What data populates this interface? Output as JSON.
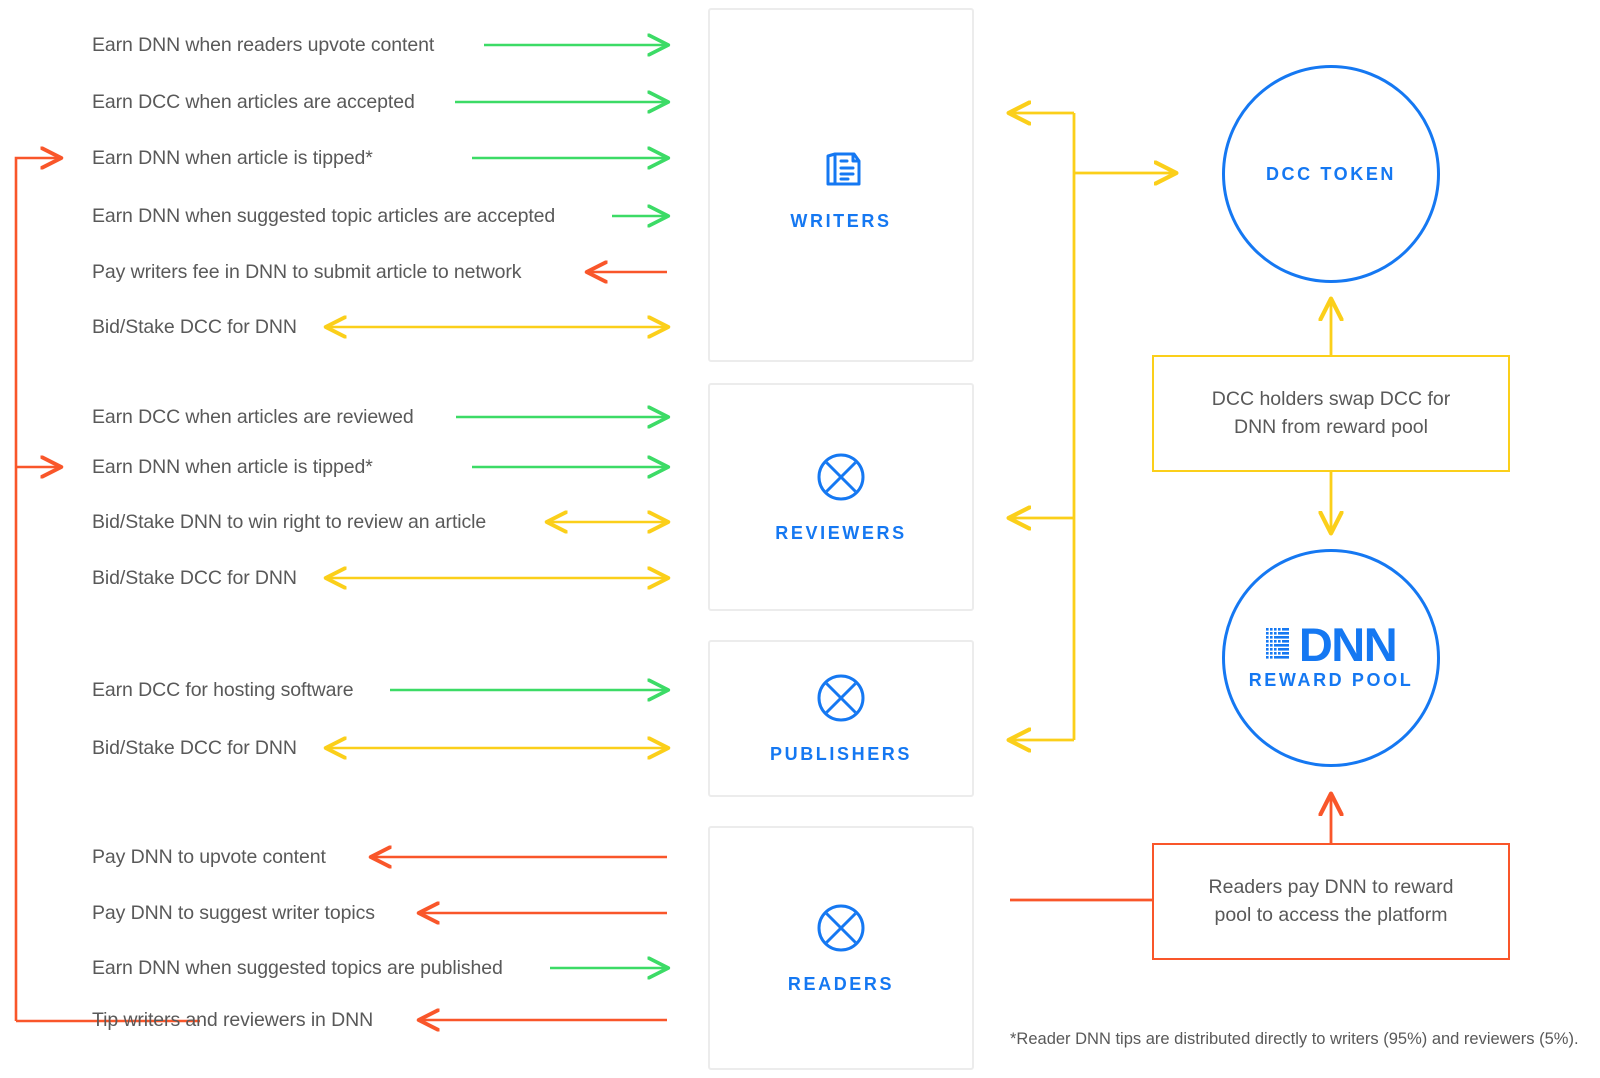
{
  "colors": {
    "green": "#3cdb66",
    "yellow": "#fbcf1a",
    "orange": "#f9562a",
    "blue": "#1578f2",
    "text": "#595959",
    "box_border": "#ececec"
  },
  "groups": [
    {
      "role": "writers",
      "role_label": "WRITERS",
      "icon": "newspaper-article-icon",
      "rows": [
        {
          "label": "Earn DNN when readers upvote content",
          "arrow": "green-right"
        },
        {
          "label": "Earn DCC when articles are accepted",
          "arrow": "green-right"
        },
        {
          "label": "Earn DNN when article is tipped*",
          "arrow": "green-right"
        },
        {
          "label": "Earn DNN when suggested topic articles are accepted",
          "arrow": "green-right"
        },
        {
          "label": "Pay writers fee in DNN to submit article to network",
          "arrow": "orange-left"
        },
        {
          "label": "Bid/Stake DCC for DNN",
          "arrow": "yellow-both"
        }
      ]
    },
    {
      "role": "reviewers",
      "role_label": "REVIEWERS",
      "icon": "circle-x-placeholder-icon",
      "rows": [
        {
          "label": "Earn DCC when articles are reviewed",
          "arrow": "green-right"
        },
        {
          "label": "Earn DNN when article is tipped*",
          "arrow": "green-right"
        },
        {
          "label": "Bid/Stake DNN to win right to review an article",
          "arrow": "yellow-both"
        },
        {
          "label": "Bid/Stake DCC for DNN",
          "arrow": "yellow-both"
        }
      ]
    },
    {
      "role": "publishers",
      "role_label": "PUBLISHERS",
      "icon": "circle-x-placeholder-icon",
      "rows": [
        {
          "label": "Earn DCC for hosting software",
          "arrow": "green-right"
        },
        {
          "label": "Bid/Stake DCC for DNN",
          "arrow": "yellow-both"
        }
      ]
    },
    {
      "role": "readers",
      "role_label": "READERS",
      "icon": "circle-x-placeholder-icon",
      "rows": [
        {
          "label": "Pay DNN to upvote content",
          "arrow": "orange-left"
        },
        {
          "label": "Pay DNN to suggest writer topics",
          "arrow": "orange-left"
        },
        {
          "label": "Earn DNN when suggested topics are published",
          "arrow": "green-right"
        },
        {
          "label": "Tip writers and reviewers in DNN",
          "arrow": "orange-left"
        }
      ]
    }
  ],
  "tokens": {
    "dcc": {
      "label": "DCC TOKEN"
    },
    "dnn": {
      "wordmark": "DNN",
      "label": "REWARD POOL"
    }
  },
  "notes": {
    "swap": "DCC holders swap DCC for\nDNN from reward pool",
    "swap_line1": "DCC holders swap DCC for",
    "swap_line2": "DNN from reward pool",
    "readers_pay_line1": "Readers pay DNN to reward",
    "readers_pay_line2": "pool to access the platform"
  },
  "footnote": "*Reader DNN tips are distributed directly to writers (95%) and reviewers (5%)."
}
